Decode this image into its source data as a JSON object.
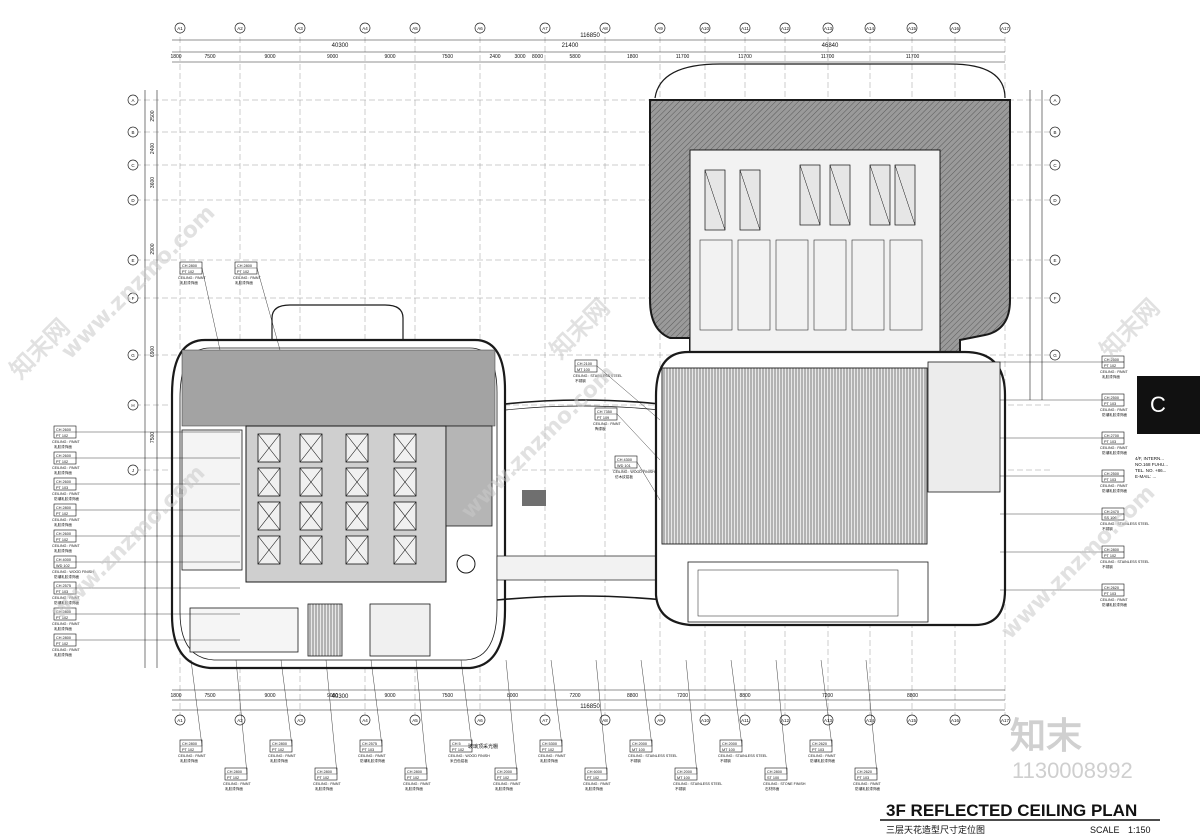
{
  "plan": {
    "title_en": "3F REFLECTED CEILING PLAN",
    "title_cn": "三层天花造型尺寸定位图",
    "scale_label": "SCALE",
    "scale_value": "1:150"
  },
  "watermark": {
    "site": "www.znzmo.com",
    "brand_cn": "知末网",
    "logo_text": "知末",
    "id_text": "1130008992"
  },
  "dimensions": {
    "top_total": "116850",
    "top_left_total": "40300",
    "top_right_total": "46840",
    "top_middle_total": "21400",
    "top_segments": [
      "1800",
      "7500",
      "9000",
      "9000",
      "9000",
      "7500",
      "2400",
      "3000",
      "8000",
      "5800",
      "1800",
      "11700",
      "11700",
      "11700",
      "11700"
    ],
    "bottom_total": "116850",
    "bottom_left_total": "40300",
    "bottom_segments": [
      "1800",
      "7500",
      "9000",
      "9000",
      "9000",
      "7500",
      "8000",
      "7200",
      "8800",
      "7200",
      "8800",
      "7200",
      "8800"
    ],
    "left_vertical": [
      "2500",
      "2400",
      "3600",
      "2900",
      "6900",
      "7500"
    ]
  },
  "grid": {
    "columns": [
      "A1",
      "A2",
      "A3",
      "A4",
      "A5",
      "A6",
      "A7",
      "A8",
      "A9",
      "A10",
      "A11",
      "A12",
      "A13",
      "A14",
      "A15",
      "A16",
      "A17"
    ],
    "rows": [
      "A",
      "B",
      "C",
      "D",
      "E",
      "F",
      "G",
      "H",
      "J"
    ]
  },
  "tags": {
    "left": [
      {
        "ch": "CH 2600",
        "pt": "PT 102",
        "finish": "CEILING : PAINT",
        "cn": "乳胶漆饰面"
      },
      {
        "ch": "CH 2600",
        "pt": "PT 102",
        "finish": "CEILING : PAINT",
        "cn": "乳胶漆饰面"
      },
      {
        "ch": "CH 2600",
        "pt": "PT 103",
        "finish": "CEILING : PAINT",
        "cn": "防潮乳胶漆饰面"
      },
      {
        "ch": "CH 2800",
        "pt": "PT 102",
        "finish": "CEILING : PAINT",
        "cn": "乳胶漆饰面"
      },
      {
        "ch": "CH 2600",
        "pt": "PT 102",
        "finish": "CEILING : PAINT",
        "cn": "乳胶漆饰面"
      },
      {
        "ch": "CH 4000",
        "pt": "WD 102",
        "finish": "CEILING : WOOD FINISH",
        "cn": "防潮乳胶漆饰面"
      },
      {
        "ch": "CH 2575",
        "pt": "PT 103",
        "finish": "CEILING : PAINT",
        "cn": "防潮乳胶漆饰面"
      },
      {
        "ch": "CH 2800",
        "pt": "PT 102",
        "finish": "CEILING : PAINT",
        "cn": "乳胶漆饰面"
      },
      {
        "ch": "CH 2800",
        "pt": "PT 102",
        "finish": "CEILING : PAINT",
        "cn": "乳胶漆饰面"
      }
    ],
    "right": [
      {
        "ch": "CH 2500",
        "pt": "PT 102",
        "finish": "CEILING : PAINT",
        "cn": "乳胶漆饰面"
      },
      {
        "ch": "CH 2500",
        "pt": "PT 103",
        "finish": "CEILING : PAINT",
        "cn": "防潮乳胶漆饰面"
      },
      {
        "ch": "CH 2700",
        "pt": "PT 103",
        "finish": "CEILING : PAINT",
        "cn": "防潮乳胶漆饰面"
      },
      {
        "ch": "CH 2500",
        "pt": "PT 103",
        "finish": "CEILING : PAINT",
        "cn": "防潮乳胶漆饰面"
      },
      {
        "ch": "CH 2470",
        "pt": "SS 106",
        "finish": "CEILING : STAINLESS STEEL",
        "cn": "不锈钢"
      },
      {
        "ch": "CH 2800",
        "pt": "PT 102",
        "finish": "CEILING : STAINLESS STEEL",
        "cn": "不锈钢"
      },
      {
        "ch": "CH 2620",
        "pt": "PT 103",
        "finish": "CEILING : PAINT",
        "cn": "防潮乳胶漆饰面"
      }
    ],
    "top_left": [
      {
        "ch": "CH 2800",
        "pt": "PT 102",
        "finish": "CEILING : PAINT",
        "cn": "乳胶漆饰面"
      },
      {
        "ch": "CH 2800",
        "pt": "PT 102",
        "finish": "CEILING : PAINT",
        "cn": "乳胶漆饰面"
      }
    ],
    "center": [
      {
        "ch": "CH 2100",
        "pt": "MT 100",
        "finish": "CEILING : STAINLESS STEEL",
        "cn": "不锈钢"
      },
      {
        "ch": "CH 7350",
        "pt": "PT 109",
        "finish": "CEILING : PAINT",
        "cn": "陶漆板"
      },
      {
        "ch": "CH 4300",
        "pt": "WD 101",
        "finish": "CEILING : WOOD FINISH",
        "cn": "仿木纹铝板"
      }
    ],
    "bottom": [
      {
        "ch": "CH 2800",
        "pt": "PT 102",
        "finish": "CEILING : PAINT",
        "cn": "乳胶漆饰面"
      },
      {
        "ch": "CH 2800",
        "pt": "PT 102",
        "finish": "CEILING : PAINT",
        "cn": "乳胶漆饰面"
      },
      {
        "ch": "CH 2800",
        "pt": "PT 102",
        "finish": "CEILING : PAINT",
        "cn": "乳胶漆饰面"
      },
      {
        "ch": "CH 2800",
        "pt": "PT 102",
        "finish": "CEILING : PAINT",
        "cn": "乳胶漆饰面"
      },
      {
        "ch": "CH 2575",
        "pt": "PT 103",
        "finish": "CEILING : PAINT",
        "cn": "防潮乳胶漆饰面"
      },
      {
        "ch": "CH 2800",
        "pt": "PT 102",
        "finish": "CEILING : PAINT",
        "cn": "乳胶漆饰面"
      },
      {
        "ch": "CH 5",
        "pt": "PT 102",
        "finish": "CEILING : WOOD FINISH",
        "cn": "米白色铝板"
      },
      {
        "ch": "CH 2000",
        "pt": "PT 102",
        "finish": "CEILING : PAINT",
        "cn": "乳胶漆饰面"
      },
      {
        "ch": "CH 5300",
        "pt": "PT 102",
        "finish": "CEILING : PAINT",
        "cn": "乳胶漆饰面"
      },
      {
        "ch": "CH 6000",
        "pt": "PT 102",
        "finish": "CEILING : PAINT",
        "cn": "乳胶漆饰面"
      },
      {
        "ch": "CH 2000",
        "pt": "MT 100",
        "finish": "CEILING : STAINLESS STEEL",
        "cn": "不锈钢"
      },
      {
        "ch": "CH 2000",
        "pt": "MT 100",
        "finish": "CEILING : STAINLESS STEEL",
        "cn": "不锈钢"
      },
      {
        "ch": "CH 2000",
        "pt": "MT 100",
        "finish": "CEILING : STAINLESS STEEL",
        "cn": "不锈钢"
      },
      {
        "ch": "CH 2800",
        "pt": "ST 100",
        "finish": "CEILING : STONE FINISH",
        "cn": "石材饰面"
      },
      {
        "ch": "CH 2620",
        "pt": "PT 103",
        "finish": "CEILING : PAINT",
        "cn": "防潮乳胶漆饰面"
      },
      {
        "ch": "CH 2620",
        "pt": "PT 103",
        "finish": "CEILING : PAINT",
        "cn": "防潮乳胶漆饰面"
      }
    ]
  },
  "bridge_label": "玻璃顶采光棚",
  "title_block": {
    "address_line1": "4/F, INTERN...",
    "address_line2": "NO.168 FUHU...",
    "address_line3": "TEL. NO. +86...",
    "address_line4": "E-MAIL: ..."
  },
  "colors": {
    "line": "#1a1a1a",
    "hatch_fill": "#8f8f8f",
    "light_fill": "#d9d9d9",
    "grid": "#9a9a9a",
    "watermark": "#c8c8c8"
  }
}
